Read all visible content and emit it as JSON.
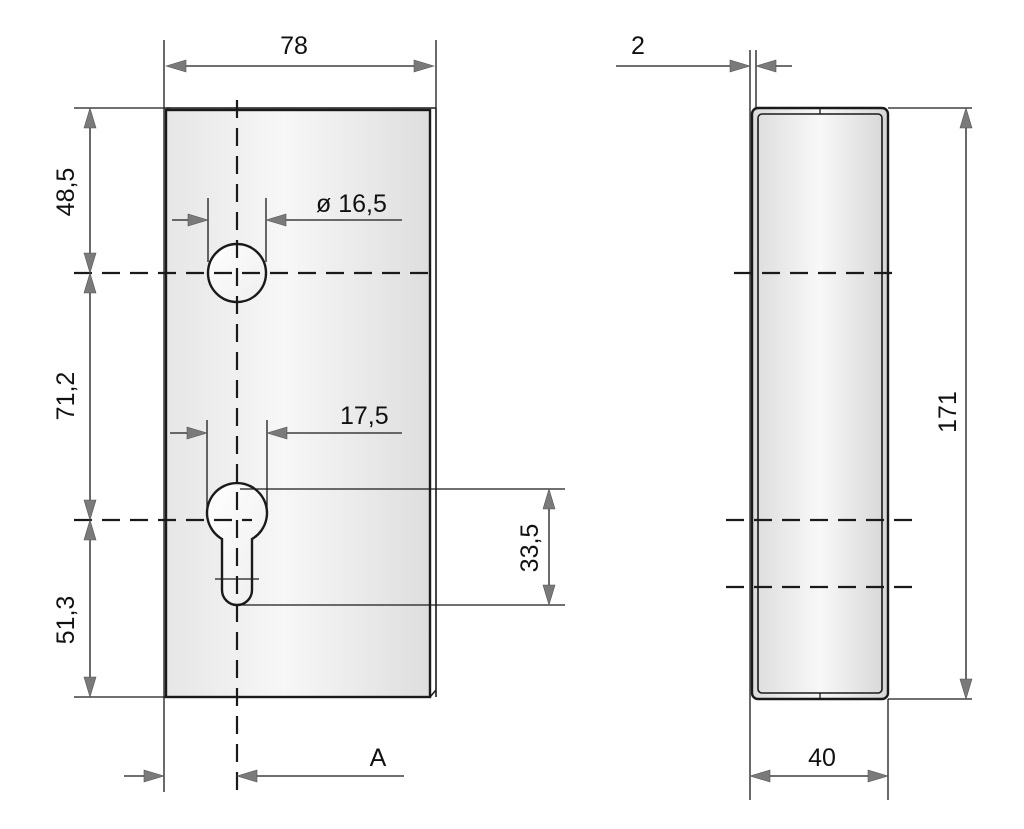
{
  "dimensions": {
    "plate_width": "78",
    "wall_thickness": "2",
    "top_to_hole": "48,5",
    "hole_diameter": "ø 16,5",
    "hole_spacing": "71,2",
    "cylinder_width": "17,5",
    "cylinder_height": "33,5",
    "bottom_distance": "51,3",
    "backset": "A",
    "total_height": "171",
    "depth": "40"
  },
  "colors": {
    "line": "#1a1a1a",
    "arrow": "#7a7a7a",
    "face_light": "#ffffff",
    "face_mid": "#e2e2e2"
  }
}
